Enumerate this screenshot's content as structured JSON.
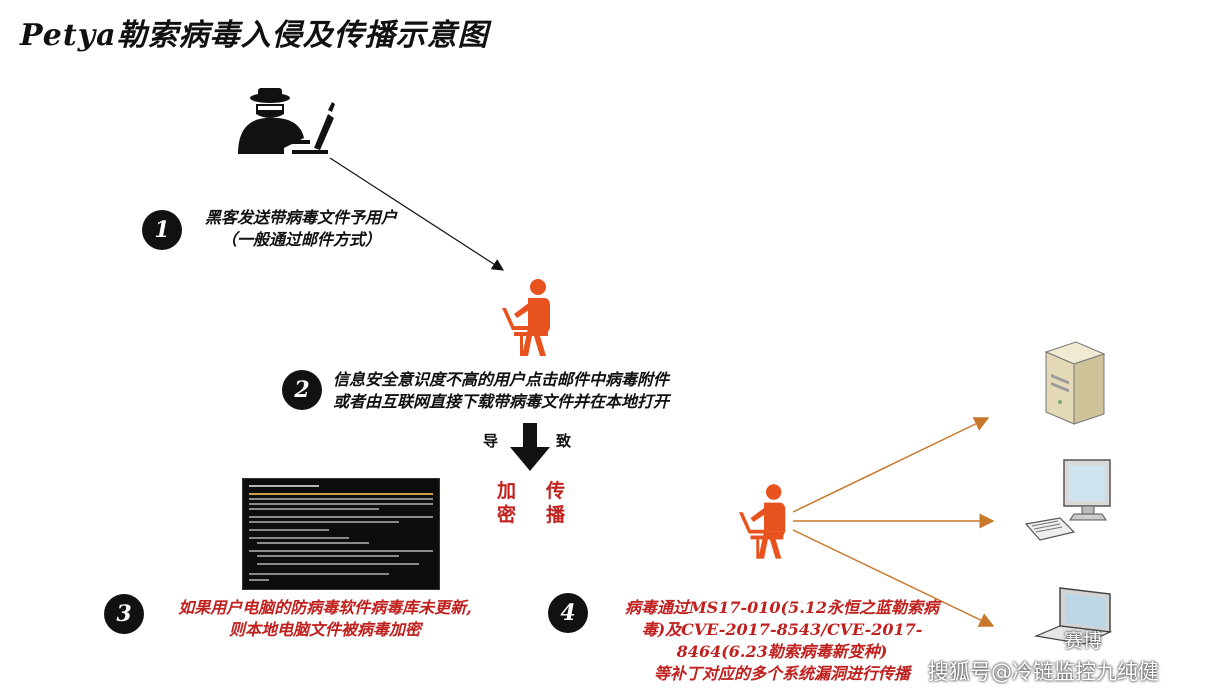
{
  "title": "Petya勒索病毒入侵及传播示意图",
  "steps": [
    {
      "badge": "1",
      "lines": [
        "黑客发送带病毒文件予用户",
        "（一般通过邮件方式）"
      ]
    },
    {
      "badge": "2",
      "lines": [
        "信息安全意识度不高的用户点击邮件中病毒附件",
        "或者由互联网直接下载带病毒文件并在本地打开"
      ]
    },
    {
      "badge": "3",
      "lines": [
        "如果用户电脑的防病毒软件病毒库未更新,",
        "则本地电脑文件被病毒加密"
      ]
    },
    {
      "badge": "4",
      "lines": [
        "病毒通过MS17-010(5.12永恒之蓝勒索病",
        "毒)及CVE-2017-8543/CVE-2017-",
        "8464(6.23勒索病毒新变种)",
        "等补丁对应的多个系统漏洞进行传播"
      ]
    }
  ],
  "arrow_labels": {
    "left": "导",
    "right": "致"
  },
  "effects": {
    "encrypt": [
      "加",
      "密"
    ],
    "spread": [
      "传",
      "播"
    ]
  },
  "watermark": {
    "logo_text": "赛博",
    "credit": "搜狐号@冷链监控九纯健"
  },
  "colors": {
    "accent": "#e8521e",
    "red_text": "#c0201e",
    "arrow_brown": "#c8782a"
  },
  "icons": [
    "hacker-icon",
    "user-at-laptop-icon",
    "server-icon",
    "desktop-computer-icon",
    "laptop-icon",
    "down-arrow-icon"
  ]
}
